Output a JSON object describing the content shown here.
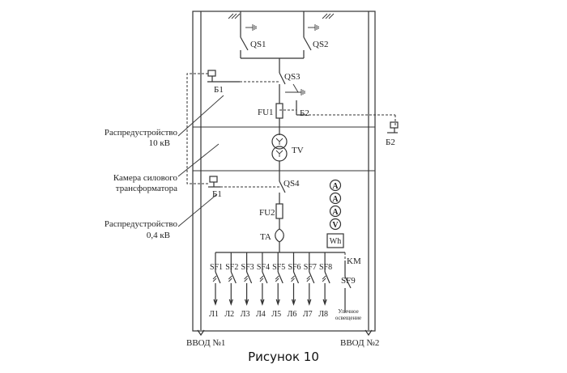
{
  "caption": "Рисунок 10",
  "labels": {
    "qs1": "QS1",
    "qs2": "QS2",
    "qs3": "QS3",
    "qs4": "QS4",
    "fu1": "FU1",
    "fu2": "FU2",
    "tv": "TV",
    "ta": "TA",
    "km": "KM",
    "sf9": "SF9",
    "b1_top": "Б1",
    "b2_mid": "Б2",
    "b2_right": "Б2",
    "b1_low": "Б1",
    "wh": "Wh",
    "switchgear_10kv_line1": "Распредустройство",
    "switchgear_10kv_line2": "10 кВ",
    "transformer_chamber_line1": "Камера силового",
    "transformer_chamber_line2": "трансформатора",
    "switchgear_04kv_line1": "Распредустройство",
    "switchgear_04kv_line2": "0,4 кВ",
    "street_lighting_line1": "Уличное",
    "street_lighting_line2": "освещение",
    "input1": "ВВОД №1",
    "input2": "ВВОД №2"
  },
  "meters": [
    "A",
    "A",
    "A",
    "V"
  ],
  "breakers": [
    "SF1",
    "SF2",
    "SF3",
    "SF4",
    "SF5",
    "SF6",
    "SF7",
    "SF8"
  ],
  "lines": [
    "Л1",
    "Л2",
    "Л3",
    "Л4",
    "Л5",
    "Л6",
    "Л7",
    "Л8"
  ]
}
